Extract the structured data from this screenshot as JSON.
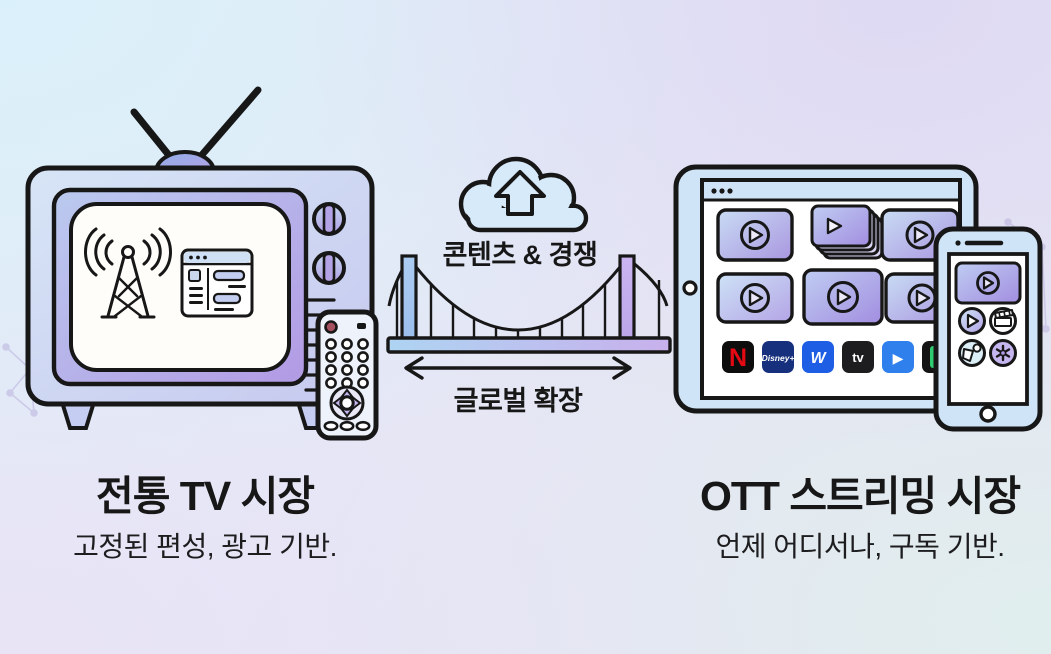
{
  "left_section": {
    "title": "전통 TV 시장",
    "subtitle": "고정된 편성, 광고 기반."
  },
  "right_section": {
    "title": "OTT 스트리밍 시장",
    "subtitle": "언제 어디서나, 구독 기반.",
    "app_icons": [
      {
        "name": "netflix",
        "label": "N",
        "bg": "#0d0d0d",
        "fg": "#e50914"
      },
      {
        "name": "disney-plus",
        "label": "Disney+",
        "bg": "#16307e",
        "fg": "#ffffff"
      },
      {
        "name": "wavve",
        "label": "W",
        "bg": "#1e5ee4",
        "fg": "#ffffff"
      },
      {
        "name": "apple-tv",
        "label": "tv",
        "bg": "#1d1d1f",
        "fg": "#ffffff"
      },
      {
        "name": "coupang-play",
        "label": "▶",
        "bg": "#2f80ed",
        "fg": "#ffffff"
      },
      {
        "name": "hidden-app",
        "label": "",
        "bg": "#151515",
        "fg": "#2ecc71"
      }
    ]
  },
  "bridge": {
    "top_label": "콘텐츠 & 경쟁",
    "bottom_label": "글로벌 확장"
  },
  "icons": {
    "cloud_upload": "cloud with upward arrow",
    "broadcast_tower": "antenna tower with radio waves",
    "epg_window": "program-guide window",
    "play_button": "circled play triangle",
    "clapperboard": "film clapperboard",
    "snack": "popcorn doodle",
    "star_splat": "star splat doodle"
  },
  "colors": {
    "outline": "#171717",
    "pastel_blue": "#cfe4f6",
    "pastel_purple": "#b5a2e6",
    "cloud_blue": "#d7eaf9",
    "netflix_red": "#e50914",
    "wavve_blue": "#1e5ee4",
    "coupang_blue": "#2f80ed"
  }
}
